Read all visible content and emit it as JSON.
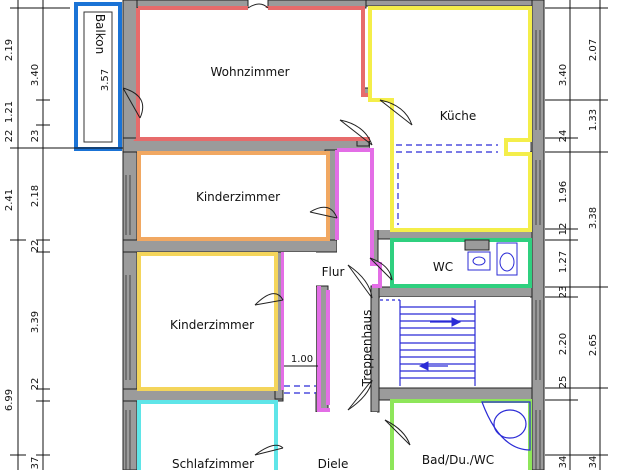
{
  "rooms": {
    "wohnzimmer": "Wohnzimmer",
    "kueche": "Küche",
    "balkon": "Balkon",
    "balkon_dim": "3.57",
    "kinderzimmer_1": "Kinderzimmer",
    "kinderzimmer_2": "Kinderzimmer",
    "wc": "WC",
    "flur": "Flur",
    "treppenhaus": "Treppenhaus",
    "schlafzimmer": "Schlafzimmer",
    "diele": "Diele",
    "bad": "Bad/Du./WC",
    "flur_width": "1.00"
  },
  "dims_left_outer": {
    "d1": "2.19",
    "d2": "1.21",
    "d3": "22",
    "d4": "2.41",
    "d5": "6.99"
  },
  "dims_left_inner": {
    "d1": "3.40",
    "d2": "23",
    "d3": "2.18",
    "d4": "22",
    "d5": "3.39",
    "d6": "22",
    "d7": "37"
  },
  "dims_right_inner": {
    "d1": "3.40",
    "d2": "24",
    "d3": "1.96",
    "d4": "12",
    "d5": "1.27",
    "d6": "23",
    "d7": "2.20",
    "d8": "25",
    "d9": "34"
  },
  "dims_right_outer": {
    "d1": "2.07",
    "d2": "1.33",
    "d3": "3.38",
    "d4": "2.65",
    "d5": "34"
  },
  "colors": {
    "wohnzimmer": "#e76b6b",
    "kueche": "#f4ee4a",
    "balkon": "#1a73d6",
    "kinderzimmer_1": "#f1a862",
    "kinderzimmer_2": "#f4d55b",
    "wc": "#2fd07f",
    "flur": "#e36ee6",
    "schlafzimmer": "#5fe5e8",
    "bad": "#8ee65a",
    "walls": "#9a9a9a",
    "stair_lines": "#2b2bd6"
  }
}
